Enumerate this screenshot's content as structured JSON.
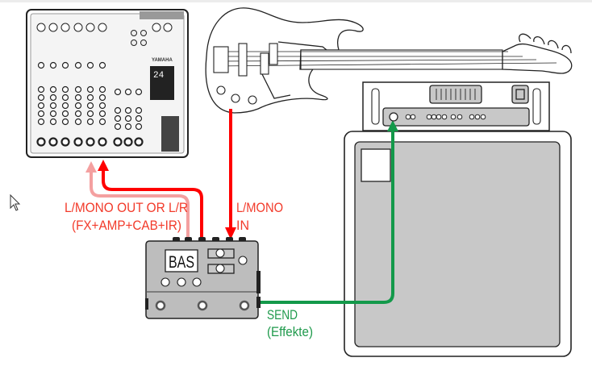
{
  "diagram": {
    "pedal_display": "BAS",
    "labels": {
      "output_line1": "L/MONO OUT OR L/R",
      "output_line2": "(FX+AMP+CAB+IR)",
      "input_line1": "L/MONO",
      "input_line2": "IN",
      "send_line1": "SEND",
      "send_line2": "(Effekte)"
    },
    "mixer_brand": "YAMAHA",
    "mixer_display": "24",
    "colors": {
      "main_cable": "#ff0000",
      "secondary_cable": "#f4a0a0",
      "send_cable": "#13994a",
      "label_red": "#f23a2a",
      "label_green": "#1f9a4c"
    },
    "icons": [
      "mouse-cursor-icon"
    ]
  }
}
